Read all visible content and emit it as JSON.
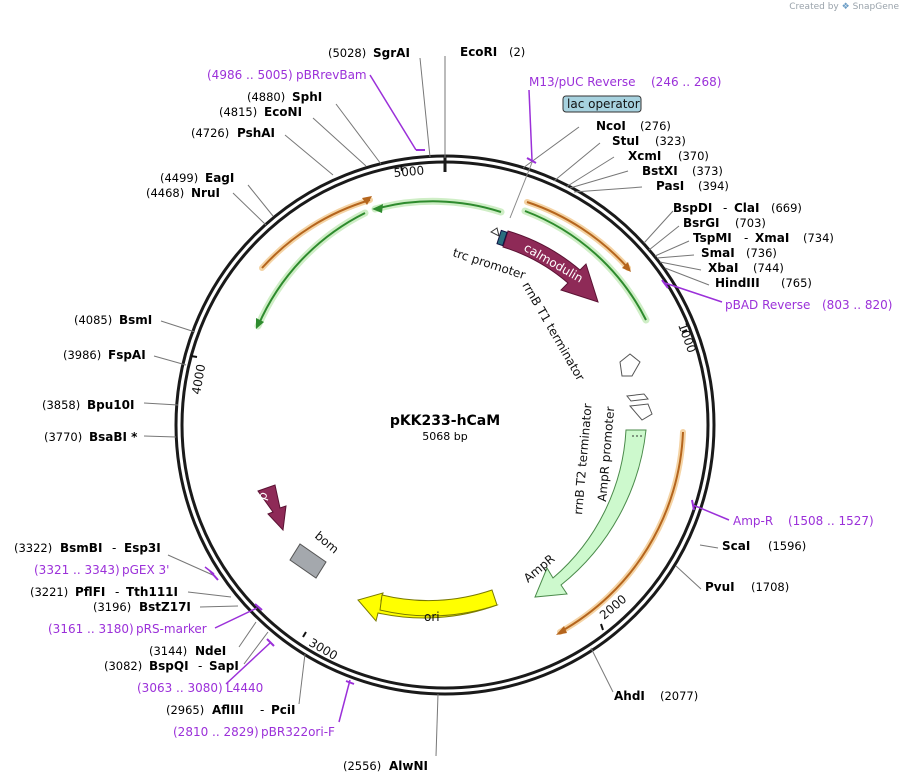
{
  "credit": {
    "text": "Created by",
    "brand": "SnapGene"
  },
  "plasmid": {
    "name": "pKK233-hCaM",
    "length": "5068 bp"
  },
  "colors": {
    "backbone": "#1a1a1a",
    "primer": "#9b30d9",
    "orange": "#e8a550",
    "green": "#2e8b2e",
    "calmodulin": "#8e2a57",
    "rop": "#8e2a57",
    "ampr": "#cdf9cd",
    "ori": "#ffff00",
    "bom": "#a4a8ad",
    "lac_operator": "#a7d2df"
  },
  "sites": [
    {
      "name": "EcoRI",
      "pos": "(2)"
    },
    {
      "name": "SgrAI",
      "pos": "(5028)"
    },
    {
      "name": "SphI",
      "pos": "(4880)"
    },
    {
      "name": "EcoNI",
      "pos": "(4815)"
    },
    {
      "name": "PshAI",
      "pos": "(4726)"
    },
    {
      "name": "EagI",
      "pos": "(4499)"
    },
    {
      "name": "NruI",
      "pos": "(4468)"
    },
    {
      "name": "BsmI",
      "pos": "(4085)"
    },
    {
      "name": "FspAI",
      "pos": "(3986)"
    },
    {
      "name": "Bpu10I",
      "pos": "(3858)"
    },
    {
      "name": "BsaBI *",
      "pos": "(3770)"
    },
    {
      "name": "BsmBI",
      "name2": "Esp3I",
      "pos": "(3322)"
    },
    {
      "name": "PflFI",
      "name2": "Tth111I",
      "pos": "(3221)"
    },
    {
      "name": "BstZ17I",
      "pos": "(3196)"
    },
    {
      "name": "NdeI",
      "pos": "(3144)"
    },
    {
      "name": "BspQI",
      "name2": "SapI",
      "pos": "(3082)"
    },
    {
      "name": "AflIII",
      "name2": "PciI",
      "pos": "(2965)"
    },
    {
      "name": "AlwNI",
      "pos": "(2556)"
    },
    {
      "name": "NcoI",
      "pos": "(276)"
    },
    {
      "name": "StuI",
      "pos": "(323)"
    },
    {
      "name": "XcmI",
      "pos": "(370)"
    },
    {
      "name": "BstXI",
      "pos": "(373)"
    },
    {
      "name": "PasI",
      "pos": "(394)"
    },
    {
      "name": "BspDI",
      "name2": "ClaI",
      "pos": "(669)"
    },
    {
      "name": "BsrGI",
      "pos": "(703)"
    },
    {
      "name": "TspMI",
      "name2": "XmaI",
      "pos": "(734)"
    },
    {
      "name": "SmaI",
      "pos": "(736)"
    },
    {
      "name": "XbaI",
      "pos": "(744)"
    },
    {
      "name": "HindIII",
      "pos": "(765)"
    },
    {
      "name": "ScaI",
      "pos": "(1596)"
    },
    {
      "name": "PvuI",
      "pos": "(1708)"
    },
    {
      "name": "AhdI",
      "pos": "(2077)"
    }
  ],
  "primers": [
    {
      "name": "pBRrevBam",
      "range": "(4986 .. 5005)"
    },
    {
      "name": "M13/pUC Reverse",
      "range": "(246 .. 268)"
    },
    {
      "name": "pBAD Reverse",
      "range": "(803 .. 820)"
    },
    {
      "name": "Amp-R",
      "range": "(1508 .. 1527)"
    },
    {
      "name": "pGEX 3'",
      "range": "(3321 .. 3343)"
    },
    {
      "name": "pRS-marker",
      "range": "(3161 .. 3180)"
    },
    {
      "name": "L4440",
      "range": "(3063 .. 3080)"
    },
    {
      "name": "pBR322ori-F",
      "range": "(2810 .. 2829)"
    }
  ],
  "features": {
    "lac_operator": "lac operator",
    "calmodulin": "calmodulin",
    "trc_promoter": "trc promoter",
    "rrnB_T1": "rrnB T1 terminator",
    "rrnB_T2": "rrnB T2 terminator",
    "AmpR_promoter": "AmpR promoter",
    "AmpR": "AmpR",
    "ori": "ori",
    "rop": "rop",
    "bom": "bom"
  },
  "ticks": [
    "1000",
    "2000",
    "3000",
    "4000",
    "5000"
  ]
}
